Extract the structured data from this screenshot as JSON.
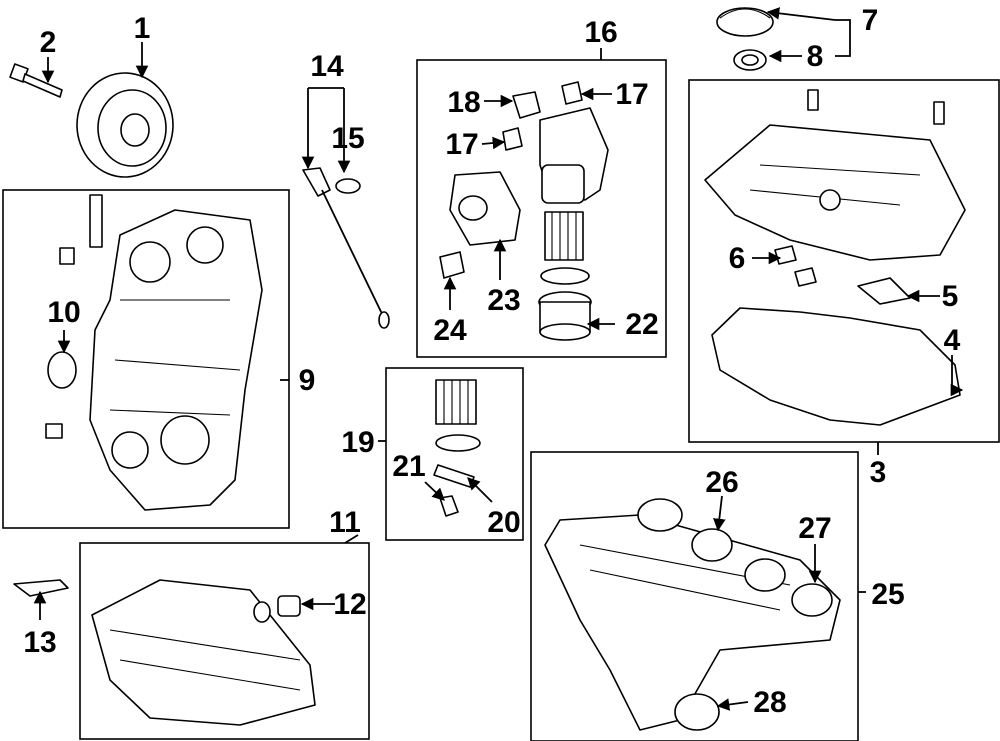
{
  "callouts": [
    {
      "id": "c1",
      "text": "1"
    },
    {
      "id": "c2",
      "text": "2"
    },
    {
      "id": "c3",
      "text": "3"
    },
    {
      "id": "c4",
      "text": "4"
    },
    {
      "id": "c5",
      "text": "5"
    },
    {
      "id": "c6",
      "text": "6"
    },
    {
      "id": "c7",
      "text": "7"
    },
    {
      "id": "c8",
      "text": "8"
    },
    {
      "id": "c9",
      "text": "9"
    },
    {
      "id": "c10",
      "text": "10"
    },
    {
      "id": "c11",
      "text": "11"
    },
    {
      "id": "c12",
      "text": "12"
    },
    {
      "id": "c13",
      "text": "13"
    },
    {
      "id": "c14",
      "text": "14"
    },
    {
      "id": "c15",
      "text": "15"
    },
    {
      "id": "c16",
      "text": "16"
    },
    {
      "id": "c17a",
      "text": "17"
    },
    {
      "id": "c17b",
      "text": "17"
    },
    {
      "id": "c18",
      "text": "18"
    },
    {
      "id": "c19",
      "text": "19"
    },
    {
      "id": "c20",
      "text": "20"
    },
    {
      "id": "c21",
      "text": "21"
    },
    {
      "id": "c22",
      "text": "22"
    },
    {
      "id": "c23",
      "text": "23"
    },
    {
      "id": "c24",
      "text": "24"
    },
    {
      "id": "c25",
      "text": "25"
    },
    {
      "id": "c26",
      "text": "26"
    },
    {
      "id": "c27",
      "text": "27"
    },
    {
      "id": "c28",
      "text": "28"
    }
  ]
}
